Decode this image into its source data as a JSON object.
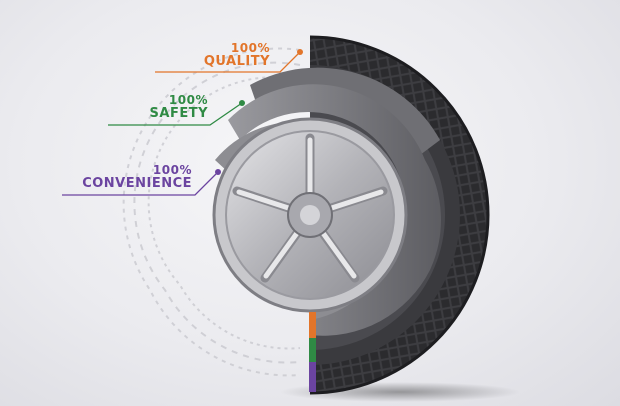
{
  "callouts": [
    {
      "percent": "100%",
      "label": "QUALITY",
      "color": "#e2752a"
    },
    {
      "percent": "100%",
      "label": "SAFETY",
      "color": "#2f8a44"
    },
    {
      "percent": "100%",
      "label": "CONVENIENCE",
      "color": "#6b44a0"
    }
  ],
  "colors": {
    "tire": "#2b2b2e",
    "rim": "#b9b9bd",
    "tread_layer": "#7a7a7e",
    "background": "#ececf0"
  },
  "icons": [
    "tire-illustration",
    "wheel-rim",
    "tire-track-pattern"
  ]
}
